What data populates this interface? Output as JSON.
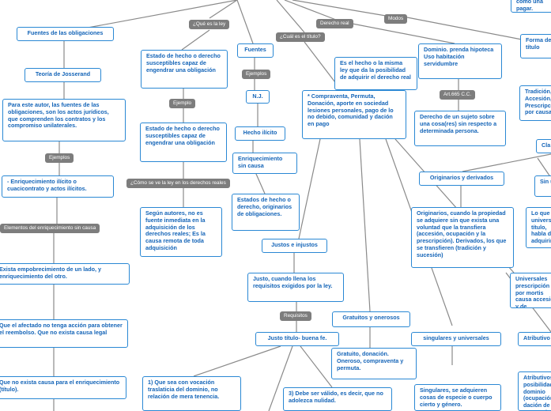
{
  "labels": {
    "que_es_la_ley": "¿Qué es la ley",
    "derecho_real": "Derecho real",
    "modos": "Modos",
    "cual_es_el_titulo": "¿Cuál es el título?",
    "ejemplo_1": "Ejemplo",
    "ejemplos_1": "Ejemplos",
    "ejemplos_2": "Ejemplos",
    "como_se_ve": "¿Cómo se ve la ley en los derechos reales",
    "art_665": "Art.665 C.C.",
    "elementos": "Elementos del enriquecimiento sin causa",
    "requisitos": "Requisitos"
  },
  "nodes": {
    "fuentes_obligaciones": "Fuentes de las obligaciones",
    "teoria_josserand": "Teoría de Josserand",
    "para_este_autor": "Para este autor, las fuentes de las obligaciones, son los actos jurídicos, que comprenden los contratos y los compromiso unilaterales.",
    "enriquecimiento_ilicito": "- Enriquecimiento ilícito o cuacicontrato y actos ilícitos.",
    "exista_empobrecimiento": "Exista empobrecimiento de un lado, y enriquecimiento del otro.",
    "afectado": "Que el afectado no tenga acción para obtener el reembolso. Que no exista causa legal",
    "no_exista_causa": "Que no exista causa para el enriquecimiento (título).",
    "estado_hecho_1": "Estado de hecho o derecho susceptibles capaz de engendrar una obligación",
    "estado_hecho_2": "Estado de hecho o derecho susceptibles capaz de engendrar una obligación",
    "segun_autores": "Según autores, no es fuente inmediata en la adquisición de los derechos reales; Es la causa remota de toda adquisición",
    "fuentes": "Fuentes",
    "nj": "N.J.",
    "hecho_ilicito": "Hecho ilícito",
    "enriquecimiento_sin_causa": "Enriquecimiento sin causa",
    "estados_hecho": "Estados de hecho o derecho, originarios de obligaciones.",
    "es_el_hecho": "Es el hecho o la misma ley que da la posibilidad de adquirir el derecho real",
    "compraventa": "* Compraventa, Permuta, Donación, aporte en sociedad lesiones personales, pago de lo no debido, comunidad y dación en pago",
    "justos_injustos": "Justos e injustos",
    "justo_cuando": "Justo, cuando llena los requisitos exigidos por la ley.",
    "justo_titulo": "Justo título- buena fe.",
    "que_sea_con_vocacion": "1) Que sea con vocación traslaticia del dominio, no relación de mera tenencia.",
    "debe_ser_valido": "3) Debe ser válido, es decir, que no adolezca nulidad.",
    "gratuitos_onerosos": "Gratuitos y onerosos",
    "gratuito_donacion": "Gratuito, donación. Oneroso, compraventa y permuta.",
    "dominio_prenda": "Dominio. prenda hipoteca Uso habitación servidumbre",
    "derecho_sujeto": "Derecho de un sujeto sobre una cosa(res) sin respecto a determinada persona.",
    "originarios_derivados": "Originarios y derivados",
    "originarios_cuando": "Originarios, cuando la propiedad se adquiere sin que exista una voluntad que la transfiera (accesión, ocupación y la prescripción). Derivados, los que se transfieren (tradición y sucesión)",
    "singulares_universales": "singulares y universales",
    "singulares_adquieren": "Singulares, se adquieren cosas de especie o cuerpo cierto y género.",
    "forma_titulo": "Forma de título",
    "tradicion_accesion": "Tradición, Accesión, Prescripción por causa de",
    "clasificacion": "Cla",
    "sin_uni": "Sin uni",
    "lo_que_universal": "Lo que universal título, habla de adquirir",
    "universales_prescripcion": "Universales prescripción por mortis causa accesión y de",
    "atributivos_a": "Atributivo",
    "atributivos_b": "Atributivos la posibilidad dominio (ocupación, dación de permuta)",
    "top_right_note": "como una pagar."
  }
}
